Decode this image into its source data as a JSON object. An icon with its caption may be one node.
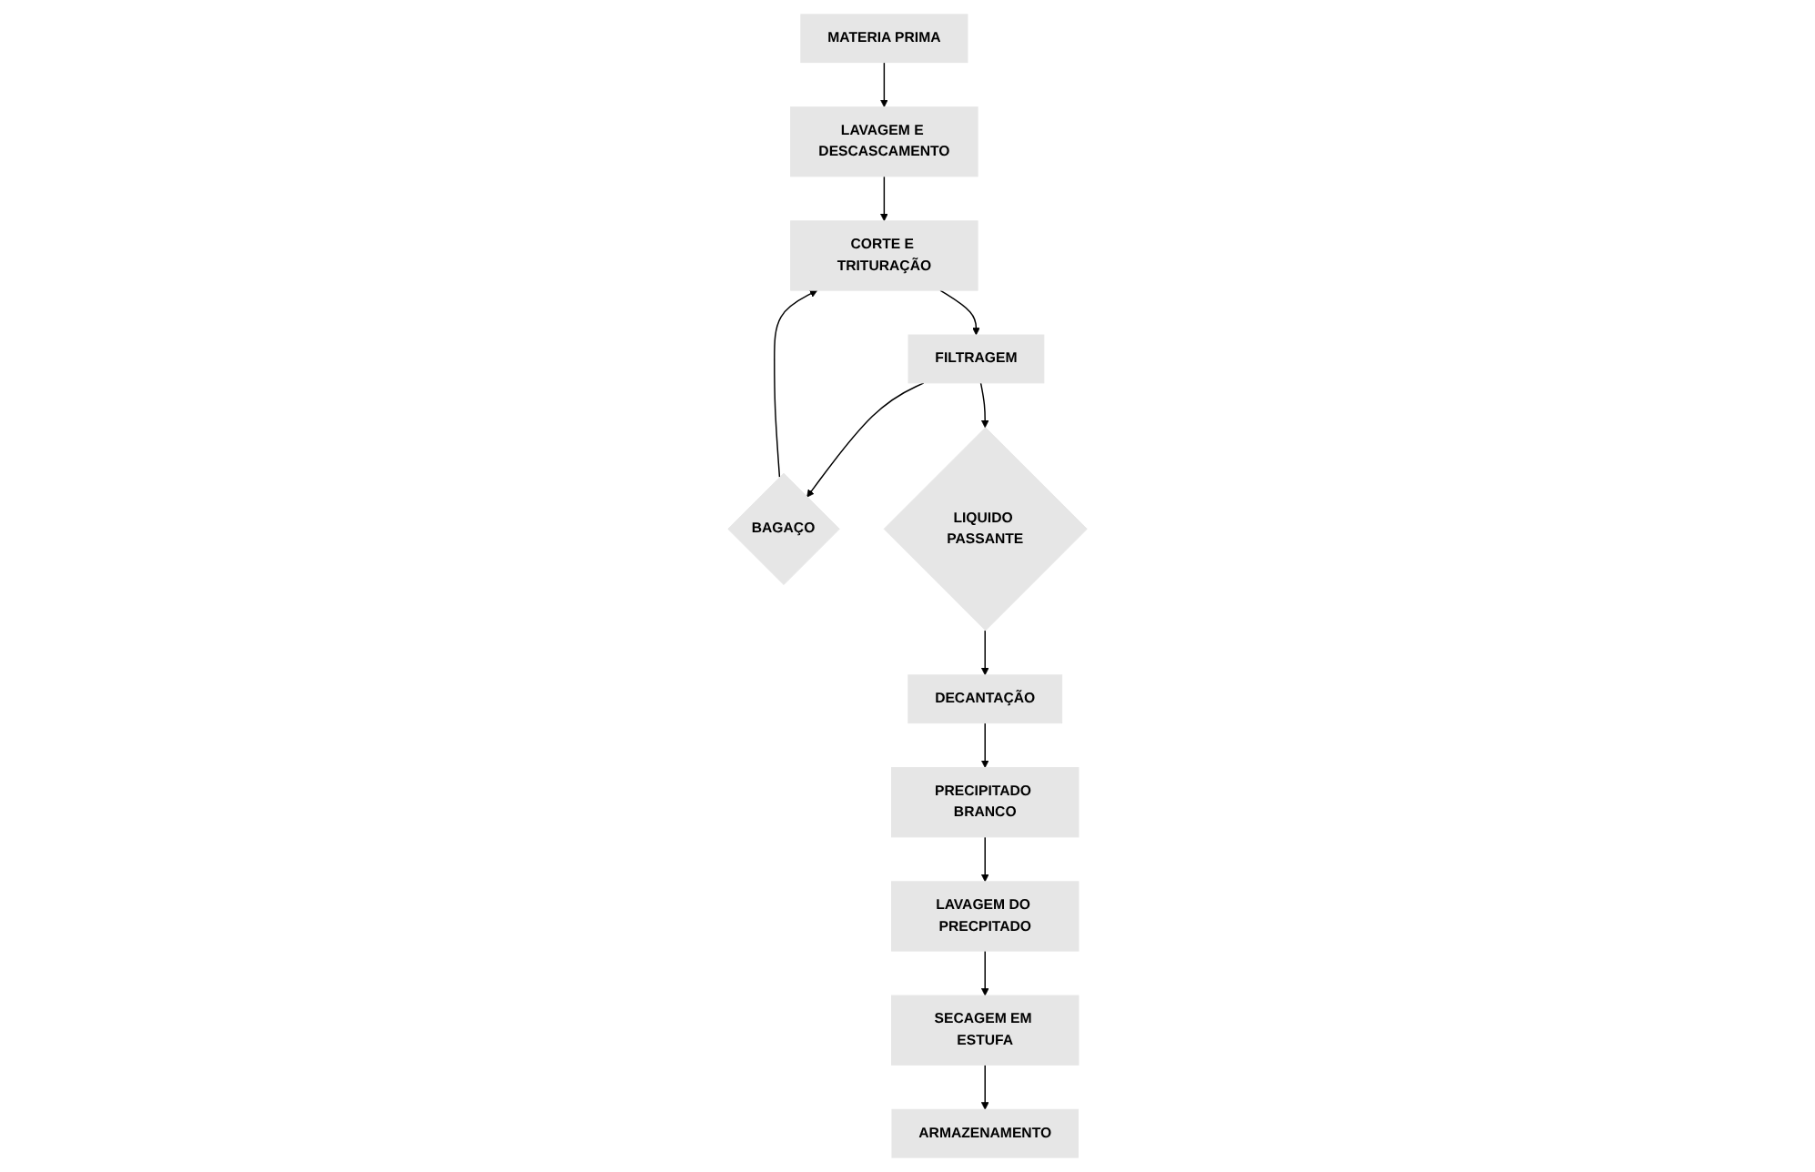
{
  "diagram": {
    "nodes": [
      {
        "text": [
          "MATERIA PRIMA"
        ]
      },
      {
        "text": [
          "BAGAÇO"
        ]
      },
      {
        "text": [
          "FILTRAGEM"
        ]
      },
      {
        "text": [
          "CORTE E TRITURAÇÃO"
        ]
      },
      {
        "text": [
          "LAVAGEM E DESCASCAMENTO"
        ]
      },
      {
        "text": [
          "LIQUIDO PASSANTE"
        ]
      },
      {
        "text": [
          "DECANTAÇÃO"
        ]
      },
      {
        "text": [
          "PRECIPITADO BRANCO"
        ]
      },
      {
        "text": [
          "ARMAZENAMENTO"
        ]
      },
      {
        "text": [
          "SECAGEM EM ESTUFA"
        ]
      },
      {
        "text": [
          "LAVAGEM DO PRECPITADO"
        ]
      }
    ],
    "edges": [
      {
        "from": 0,
        "to": 4,
        "arrow": "to"
      },
      {
        "from": 4,
        "to": 3,
        "arrow": "to"
      },
      {
        "from": 1,
        "to": 3,
        "arrow": "to"
      },
      {
        "from": 3,
        "to": 2,
        "arrow": "to"
      },
      {
        "from": 2,
        "to": 1,
        "arrow": "to"
      },
      {
        "from": 2,
        "to": 5,
        "arrow": "to"
      },
      {
        "from": 5,
        "to": 6,
        "arrow": "to"
      },
      {
        "from": 6,
        "to": 7,
        "arrow": "to"
      },
      {
        "from": 7,
        "to": 10,
        "arrow": "to"
      },
      {
        "from": 10,
        "to": 9,
        "arrow": "to"
      },
      {
        "from": 9,
        "to": 8,
        "arrow": "to"
      }
    ]
  }
}
